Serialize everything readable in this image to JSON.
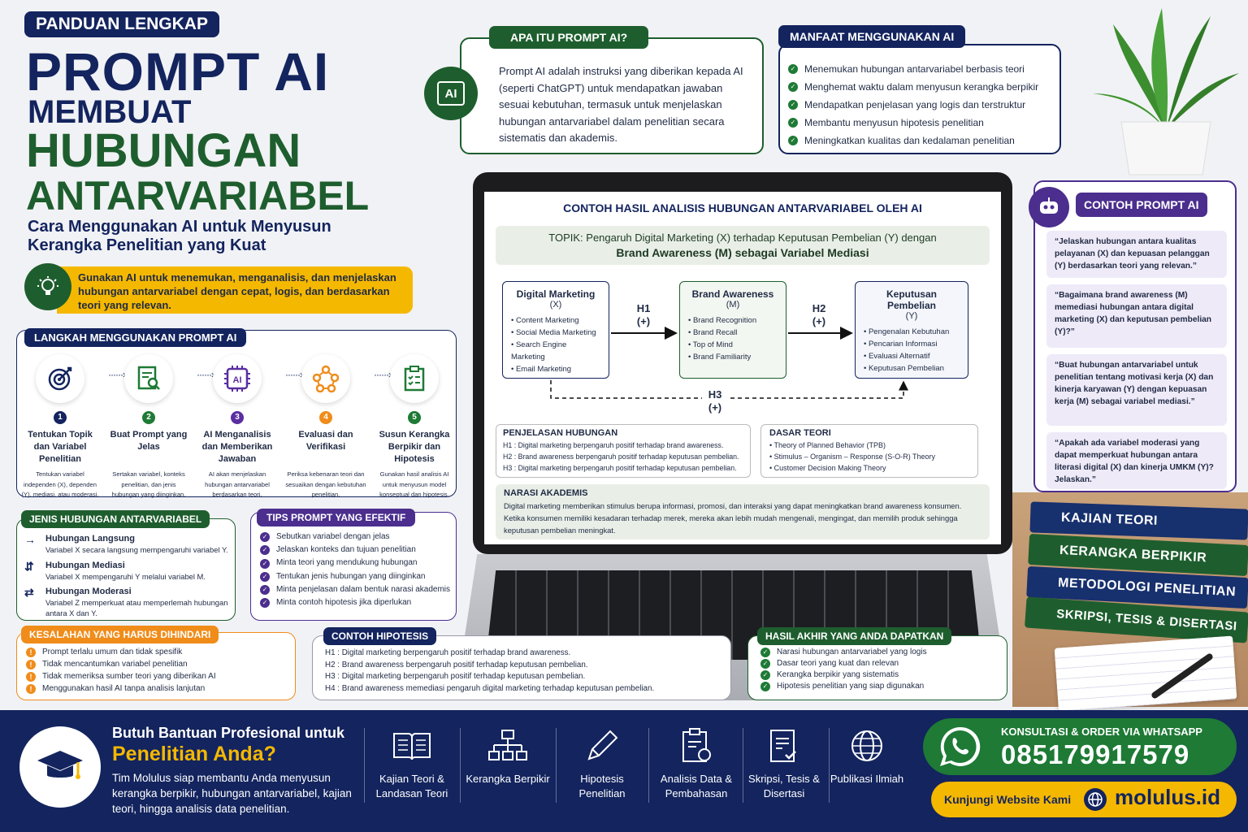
{
  "hero": {
    "badge": "PANDUAN LENGKAP",
    "title1": "PROMPT AI",
    "title2": "MEMBUAT",
    "title3": "HUBUNGAN",
    "title4": "ANTARVARIABEL",
    "subtitle": "Cara Menggunakan AI untuk Menyusun Kerangka Penelitian yang Kuat",
    "tip": "Gunakan AI untuk menemukan, menganalisis, dan menjelaskan hubungan antarvariabel dengan cepat, logis, dan berdasarkan teori yang relevan."
  },
  "apa_itu": {
    "title": "APA ITU PROMPT AI?",
    "icon_text": "AI",
    "text": "Prompt AI adalah instruksi yang diberikan kepada AI (seperti ChatGPT) untuk mendapatkan jawaban sesuai kebutuhan, termasuk untuk menjelaskan hubungan antarvariabel dalam penelitian secara sistematis dan akademis."
  },
  "manfaat": {
    "title": "MANFAAT MENGGUNAKAN AI",
    "items": [
      "Menemukan hubungan antarvariabel berbasis teori",
      "Menghemat waktu dalam menyusun kerangka berpikir",
      "Mendapatkan penjelasan yang logis dan terstruktur",
      "Membantu menyusun hipotesis penelitian",
      "Meningkatkan kualitas dan kedalaman penelitian"
    ]
  },
  "langkah": {
    "title": "LANGKAH MENGGUNAKAN PROMPT AI",
    "steps": [
      {
        "num": "1",
        "title": "Tentukan Topik dan Variabel Penelitian",
        "desc": "Tentukan variabel independen (X), dependen (Y), mediasi, atau moderasi.",
        "color": "#13245e"
      },
      {
        "num": "2",
        "title": "Buat Prompt yang Jelas",
        "desc": "Sertakan variabel, konteks penelitian, dan jenis hubungan yang diinginkan.",
        "color": "#1e7a35"
      },
      {
        "num": "3",
        "title": "AI Menganalisis dan Memberikan Jawaban",
        "desc": "AI akan menjelaskan hubungan antarvariabel berdasarkan teori.",
        "color": "#5a2ea0"
      },
      {
        "num": "4",
        "title": "Evaluasi dan Verifikasi",
        "desc": "Periksa kebenaran teori dan sesuaikan dengan kebutuhan penelitian.",
        "color": "#f08c1a"
      },
      {
        "num": "5",
        "title": "Susun Kerangka Berpikir dan Hipotesis",
        "desc": "Gunakan hasil analisis AI untuk menyusun model konseptual dan hipotesis.",
        "color": "#1e7a35"
      }
    ]
  },
  "jenis": {
    "title": "JENIS HUBUNGAN ANTARVARIABEL",
    "items": [
      {
        "title": "Hubungan Langsung",
        "desc": "Variabel X secara langsung mempengaruhi variabel Y."
      },
      {
        "title": "Hubungan Mediasi",
        "desc": "Variabel X mempengaruhi Y melalui variabel M."
      },
      {
        "title": "Hubungan Moderasi",
        "desc": "Variabel Z memperkuat atau memperlemah hubungan antara X dan Y."
      }
    ]
  },
  "tips": {
    "title": "TIPS PROMPT YANG EFEKTIF",
    "items": [
      "Sebutkan variabel dengan jelas",
      "Jelaskan konteks dan tujuan penelitian",
      "Minta teori yang mendukung hubungan",
      "Tentukan jenis hubungan yang diinginkan",
      "Minta penjelasan dalam bentuk narasi akademis",
      "Minta contoh hipotesis jika diperlukan"
    ]
  },
  "kesalahan": {
    "title": "KESALAHAN YANG HARUS DIHINDARI",
    "items": [
      "Prompt terlalu umum dan tidak spesifik",
      "Tidak mencantumkan variabel penelitian",
      "Tidak memeriksa sumber teori yang diberikan AI",
      "Menggunakan hasil AI tanpa analisis lanjutan"
    ]
  },
  "hipotesis": {
    "title": "CONTOH HIPOTESIS",
    "items": [
      "H1 : Digital marketing berpengaruh positif terhadap brand awareness.",
      "H2 : Brand awareness berpengaruh positif terhadap keputusan pembelian.",
      "H3 : Digital marketing berpengaruh positif terhadap keputusan pembelian.",
      "H4 : Brand awareness memediasi pengaruh digital marketing terhadap keputusan pembelian."
    ]
  },
  "hasil": {
    "title": "HASIL AKHIR YANG ANDA DAPATKAN",
    "items": [
      "Narasi hubungan antarvariabel yang logis",
      "Dasar teori yang kuat dan relevan",
      "Kerangka berpikir yang sistematis",
      "Hipotesis penelitian yang siap digunakan"
    ]
  },
  "screen": {
    "title": "CONTOH HASIL ANALISIS HUBUNGAN ANTARVARIABEL OLEH AI",
    "topik_line1": "TOPIK: Pengaruh Digital Marketing (X) terhadap Keputusan Pembelian (Y) dengan",
    "topik_line2": "Brand Awareness (M) sebagai Variabel Mediasi",
    "var_x": {
      "title": "Digital Marketing",
      "code": "(X)",
      "items": [
        "Content Marketing",
        "Social Media Marketing",
        "Search Engine Marketing",
        "Email Marketing"
      ]
    },
    "var_m": {
      "title": "Brand Awareness",
      "code": "(M)",
      "items": [
        "Brand Recognition",
        "Brand Recall",
        "Top of Mind",
        "Brand Familiarity"
      ]
    },
    "var_y": {
      "title": "Keputusan Pembelian",
      "code": "(Y)",
      "items": [
        "Pengenalan Kebutuhan",
        "Pencarian Informasi",
        "Evaluasi Alternatif",
        "Keputusan Pembelian"
      ]
    },
    "h1": "H1",
    "h1s": "(+)",
    "h2": "H2",
    "h2s": "(+)",
    "h3": "H3",
    "h3s": "(+)",
    "penjelasan": {
      "title": "PENJELASAN HUBUNGAN",
      "items": [
        "H1 : Digital marketing berpengaruh positif terhadap brand awareness.",
        "H2 : Brand awareness berpengaruh positif terhadap keputusan pembelian.",
        "H3 : Digital marketing berpengaruh positif terhadap keputusan pembelian."
      ]
    },
    "teori": {
      "title": "DASAR TEORI",
      "items": [
        "Theory of Planned Behavior (TPB)",
        "Stimulus – Organism – Response (S-O-R) Theory",
        "Customer Decision Making Theory"
      ]
    },
    "narasi": {
      "title": "NARASI AKADEMIS",
      "text": "Digital marketing memberikan stimulus berupa informasi, promosi, dan interaksi yang dapat meningkatkan brand awareness konsumen. Ketika konsumen memiliki kesadaran terhadap merek, mereka akan lebih mudah mengenali, mengingat, dan memilih produk sehingga keputusan pembelian meningkat."
    }
  },
  "contoh_prompt": {
    "title": "CONTOH PROMPT AI",
    "items": [
      "“Jelaskan hubungan antara kualitas pelayanan (X) dan kepuasan pelanggan (Y) berdasarkan teori yang relevan.”",
      "“Bagaimana brand awareness (M) memediasi hubungan antara digital marketing (X) dan keputusan pembelian (Y)?”",
      "“Buat hubungan antarvariabel untuk penelitian tentang motivasi kerja (X) dan kinerja karyawan (Y) dengan kepuasan kerja (M) sebagai variabel mediasi.”",
      "“Apakah ada variabel moderasi yang dapat memperkuat hubungan antara literasi digital (X) dan kinerja UMKM (Y)? Jelaskan.”"
    ]
  },
  "books": [
    "KAJIAN TEORI",
    "KERANGKA BERPIKIR",
    "METODOLOGI PENELITIAN",
    "SKRIPSI, TESIS & DISERTASI"
  ],
  "footer": {
    "line1": "Butuh Bantuan Profesional untuk",
    "line2": "Penelitian Anda?",
    "desc": "Tim Molulus siap membantu Anda menyusun kerangka berpikir, hubungan antarvariabel, kajian teori, hingga analisis data penelitian.",
    "services": [
      "Kajian Teori & Landasan Teori",
      "Kerangka Berpikir",
      "Hipotesis Penelitian",
      "Analisis Data & Pembahasan",
      "Skripsi, Tesis & Disertasi",
      "Publikasi Ilmiah"
    ],
    "wa_label": "KONSULTASI & ORDER VIA WHATSAPP",
    "phone": "085179917579",
    "web_label": "Kunjungi Website Kami",
    "website": "molulus.id"
  },
  "colors": {
    "navy": "#13245e",
    "green": "#1e5e2e",
    "purple": "#4b2e8e",
    "orange": "#f08c1a",
    "yellow": "#f5b800"
  }
}
